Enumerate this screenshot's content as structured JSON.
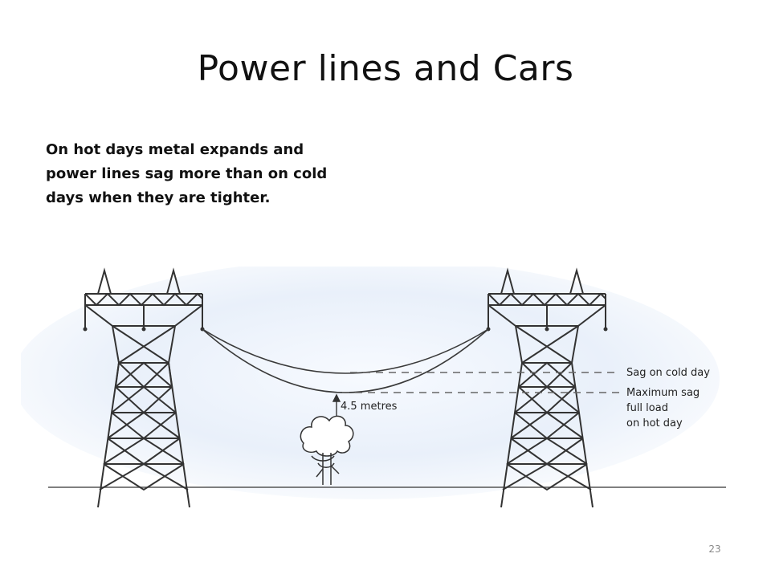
{
  "slide": {
    "title": "Power lines and Cars",
    "body_lines": [
      "On hot days metal expands and",
      "power lines sag more than on cold",
      "days when they are tighter."
    ],
    "page_number": "23"
  },
  "diagram": {
    "labels": {
      "sag_cold": "Sag on cold day",
      "max_sag_1": "Maximum sag",
      "max_sag_2": "full load",
      "max_sag_3": "on hot day",
      "clearance": "4.5 metres"
    },
    "colors": {
      "line": "#3a3a3a",
      "dash": "#666666",
      "glow": "#dde8f6"
    }
  }
}
